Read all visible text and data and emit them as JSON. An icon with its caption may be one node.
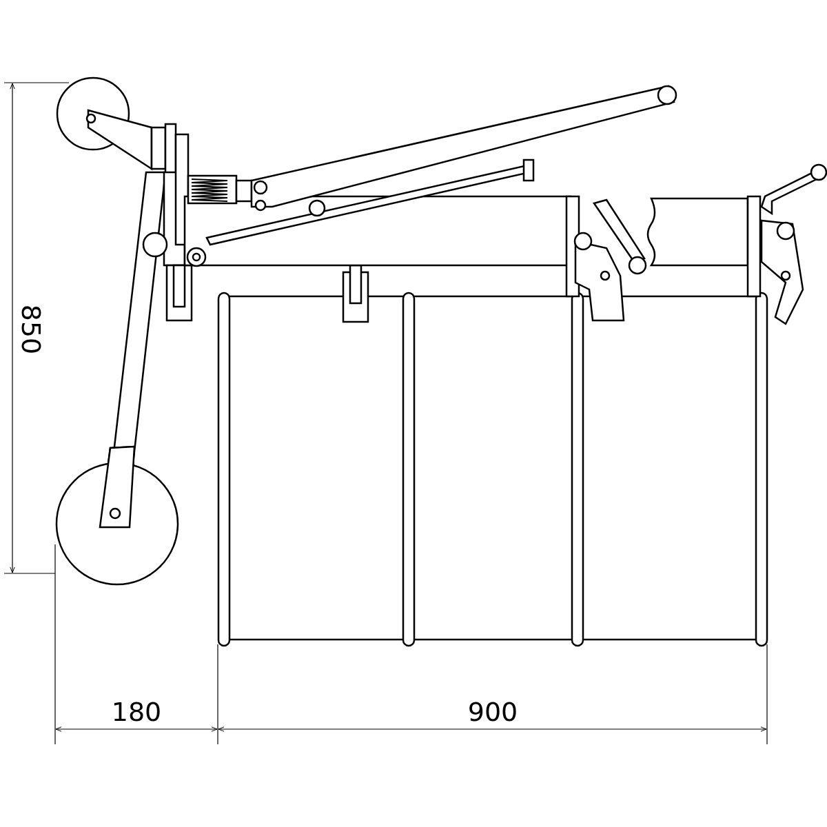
{
  "diagram": {
    "labels": [
      "850",
      "180",
      "900"
    ]
  }
}
